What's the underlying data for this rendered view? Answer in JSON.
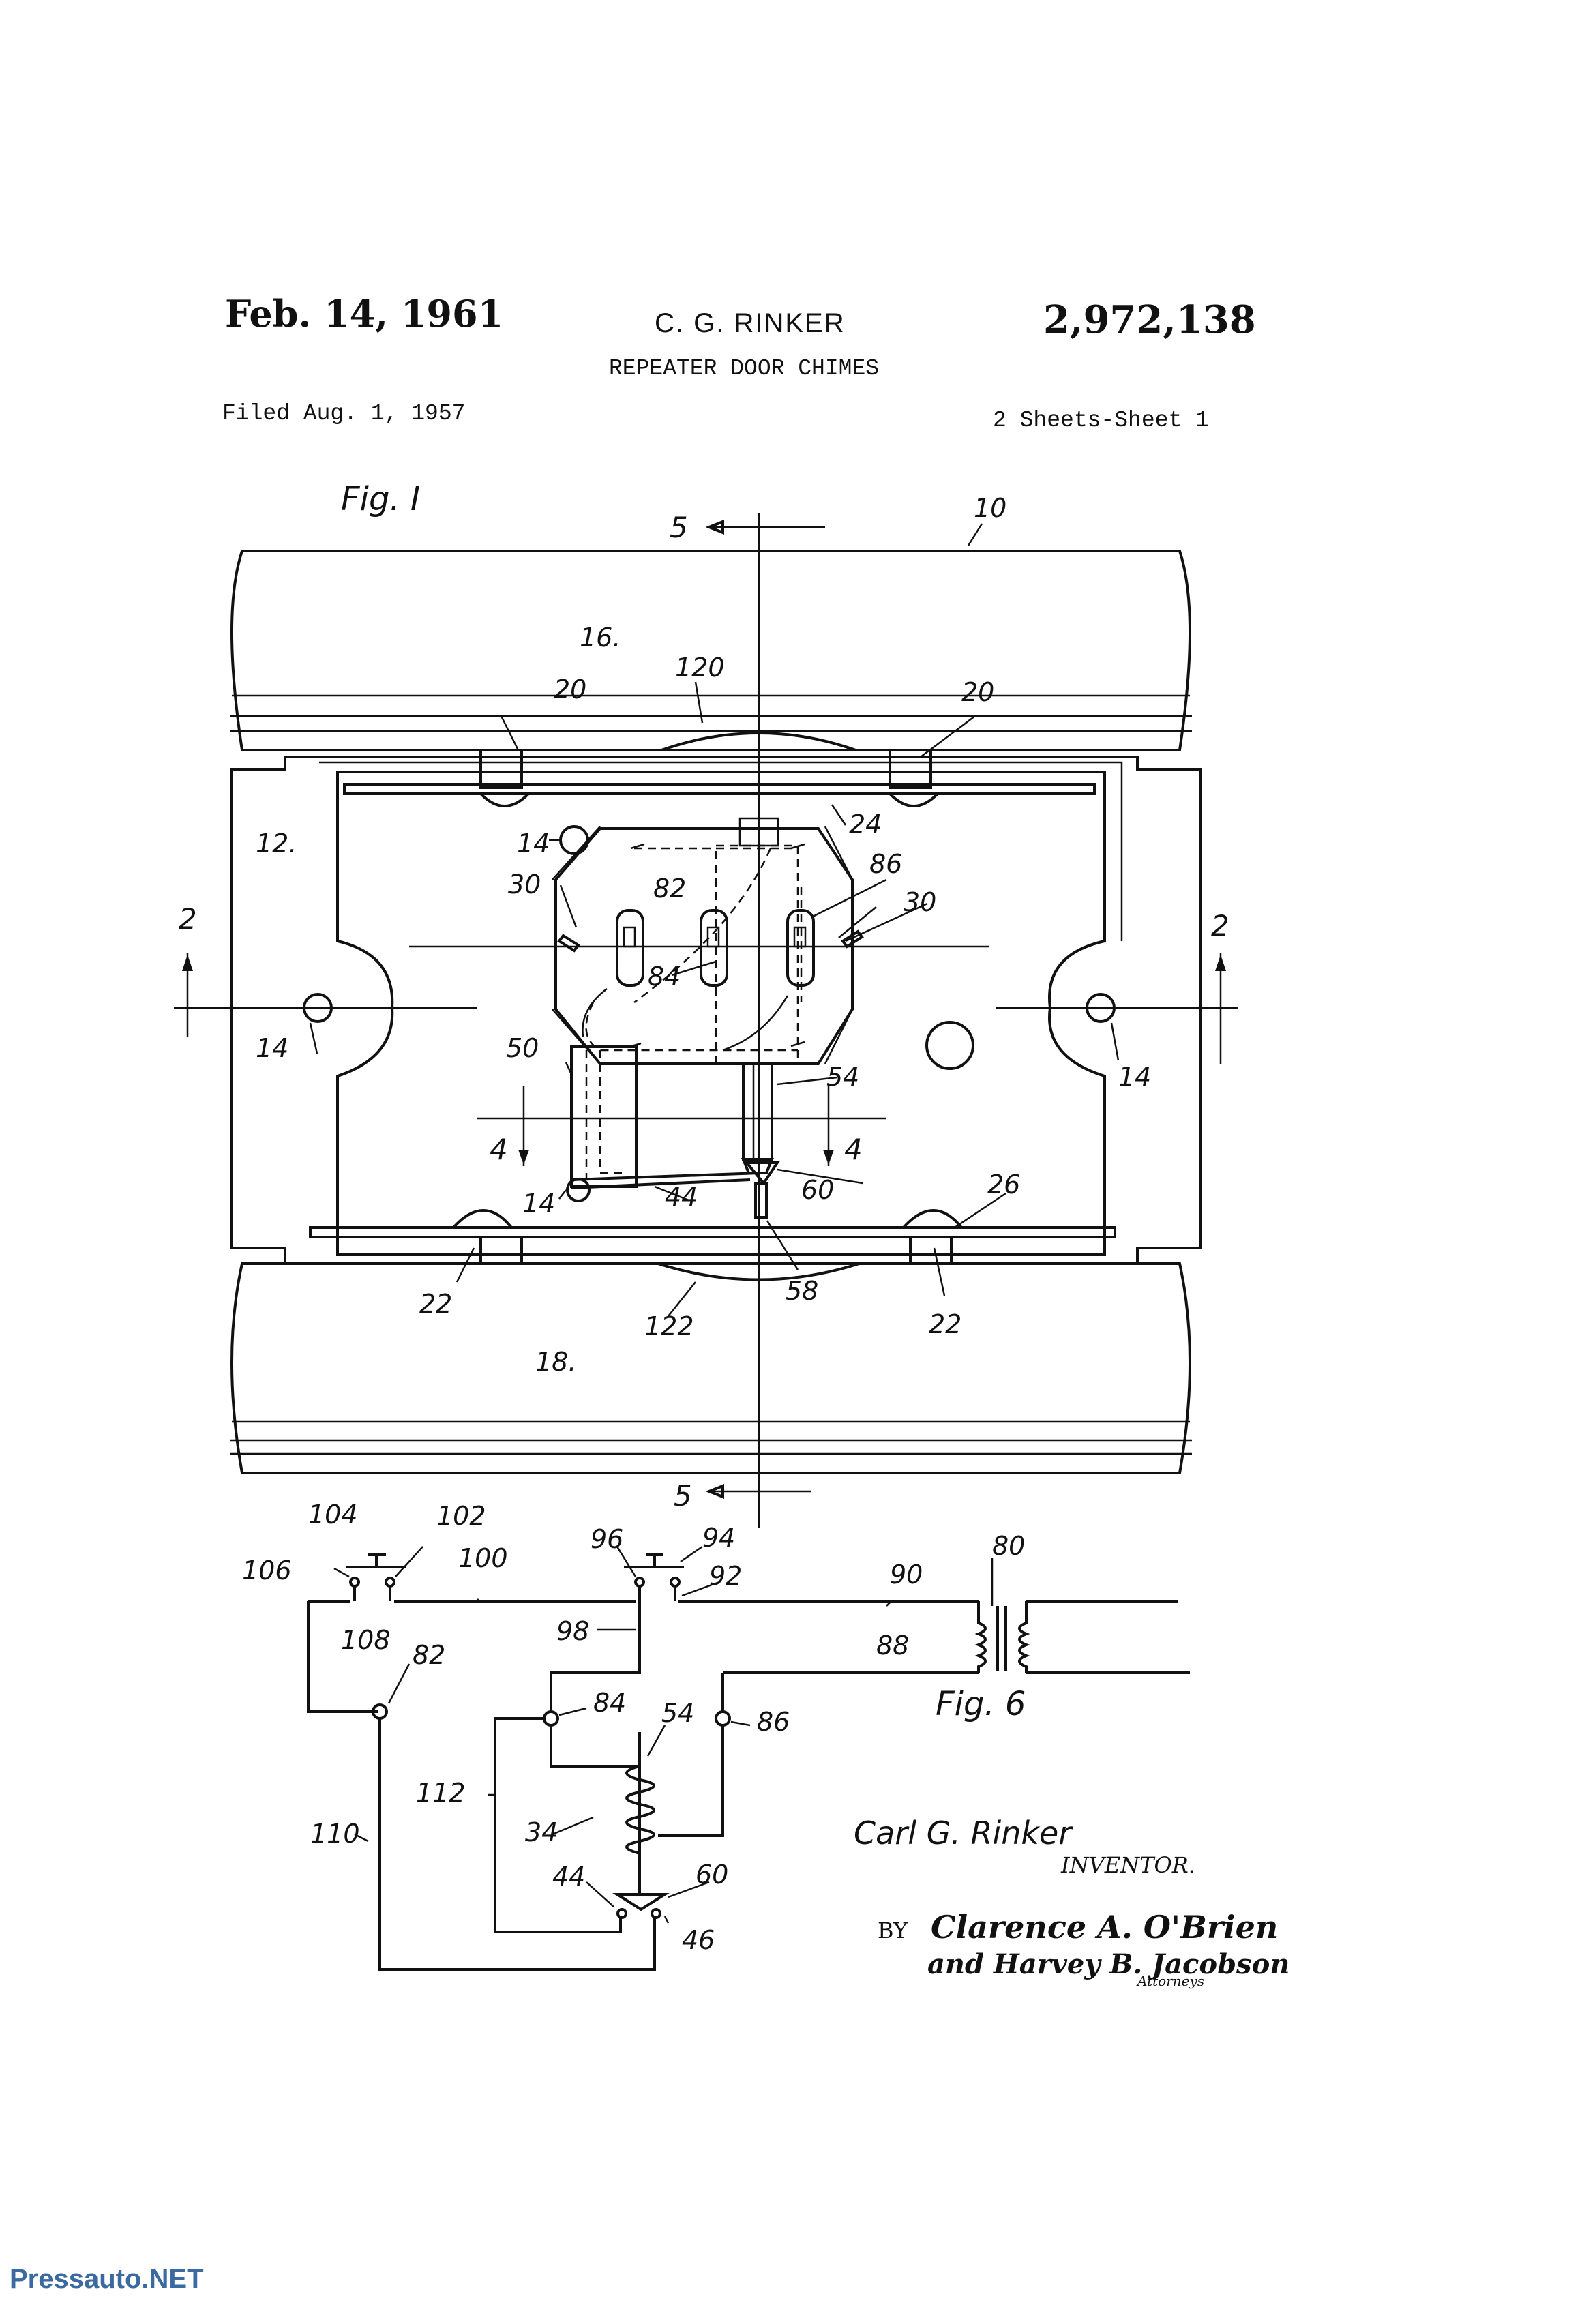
{
  "header": {
    "date": "Feb. 14, 1961",
    "inventor_name": "C. G. RINKER",
    "patent_number": "2,972,138",
    "title": "REPEATER DOOR CHIMES",
    "filed": "Filed Aug. 1, 1957",
    "sheets": "2 Sheets-Sheet 1"
  },
  "figures": {
    "fig1_label": "Fig. I",
    "fig6_label": "Fig. 6"
  },
  "fig1_refs": {
    "r10": "10",
    "r16": "16.",
    "r20a": "20",
    "r120": "120",
    "r20b": "20",
    "r24": "24",
    "r12": "12.",
    "r14a": "14",
    "r86": "86",
    "r30a": "30",
    "r82": "82",
    "r30b": "30",
    "r2a": "2",
    "r2b": "2",
    "r84": "84",
    "r14b": "14",
    "r14c": "14",
    "r50": "50",
    "r54": "54",
    "r4a": "4",
    "r4b": "4",
    "r60": "60",
    "r26": "26",
    "r14d": "14",
    "r44": "44",
    "r58": "58",
    "r22a": "22",
    "r122": "122",
    "r22b": "22",
    "r18": "18.",
    "r5a": "5",
    "r5b": "5"
  },
  "fig6_refs": {
    "r104": "104",
    "r102": "102",
    "r100": "100",
    "r96": "96",
    "r94": "94",
    "r80": "80",
    "r106": "106",
    "r92": "92",
    "r90": "90",
    "r108": "108",
    "r82": "82",
    "r98": "98",
    "r88": "88",
    "r84": "84",
    "r54": "54",
    "r86": "86",
    "r112": "112",
    "r34": "34",
    "r110": "110",
    "r44": "44",
    "r60": "60",
    "r46": "46"
  },
  "signature": {
    "inventor": "Carl G. Rinker",
    "inventor_caption": "INVENTOR.",
    "by": "BY",
    "attorney_line1": "Clarence A. O'Brien",
    "attorney_line2": "and Harvey B. Jacobson",
    "attorneys_caption": "Attorneys"
  },
  "watermark": "Pressauto.NET"
}
